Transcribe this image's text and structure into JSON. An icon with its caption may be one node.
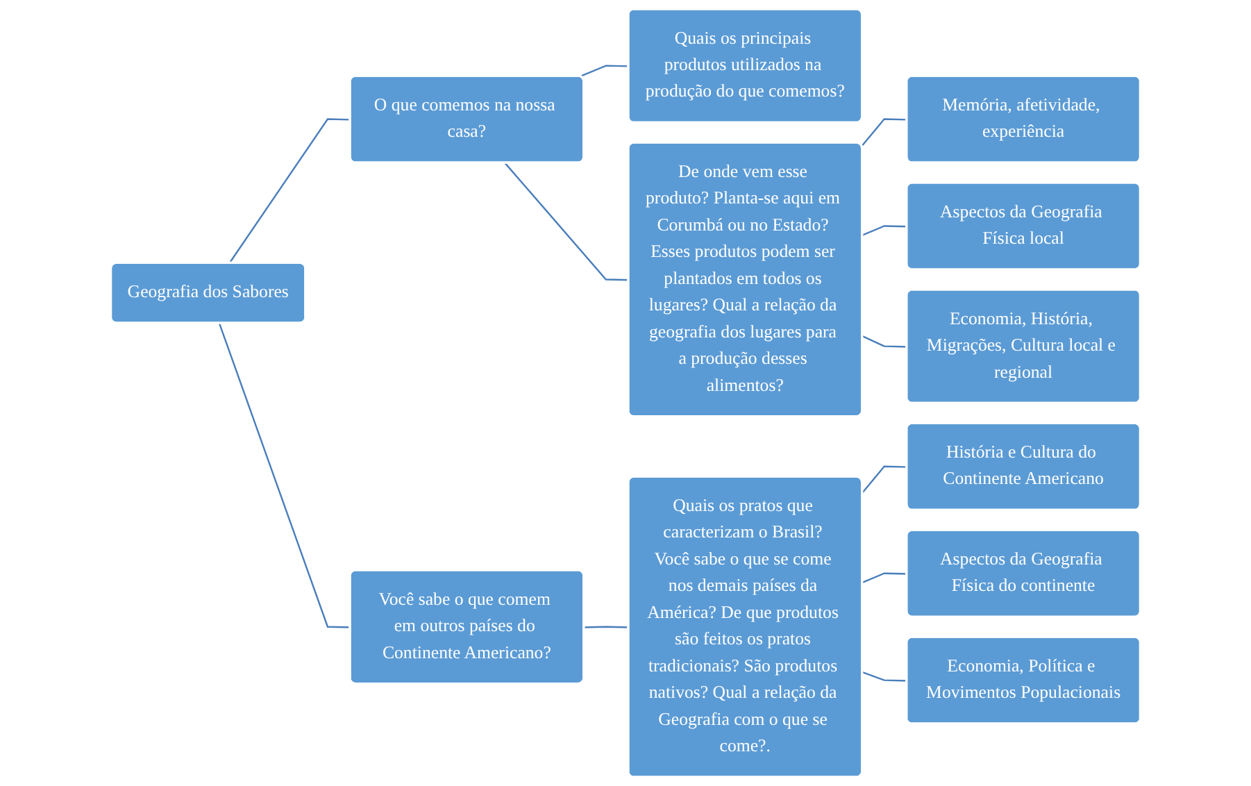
{
  "diagram": {
    "nodes": [
      {
        "text": [
          "Geografia dos Sabores"
        ]
      },
      {
        "text": [
          "O que comemos na nossa casa?"
        ]
      },
      {
        "text": [
          "Você sabe o que comem em outros países do Continente Americano?"
        ]
      },
      {
        "text": [
          "Quais os principais produtos utilizados na produção do que comemos?"
        ]
      },
      {
        "text": [
          "De onde vem esse produto? Planta-se aqui em Corumbá ou no Estado? Esses produtos podem ser plantados em todos os lugares? Qual a relação da geografia dos lugares para a produção desses alimentos?"
        ]
      },
      {
        "text": [
          "Memória, afetividade, experiência"
        ]
      },
      {
        "text": [
          "Aspectos da Geografia Física local"
        ]
      },
      {
        "text": [
          "Economia, História, Migrações, Cultura local e regional"
        ]
      },
      {
        "text": [
          "Quais os pratos que caracterizam o Brasil? Você sabe o que se come nos demais países da América? De que produtos são feitos os pratos tradicionais? São produtos nativos? Qual a relação da Geografia com o que se come?."
        ]
      },
      {
        "text": [
          "História e Cultura do Continente Americano"
        ]
      },
      {
        "text": [
          "Aspectos da Geografia Física do continente"
        ]
      },
      {
        "text": [
          "Economia, Política e Movimentos Populacionais"
        ]
      }
    ],
    "edges": [
      {
        "from": 0,
        "to": 1,
        "arrow": "none"
      },
      {
        "from": 0,
        "to": 2,
        "arrow": "none"
      },
      {
        "from": 1,
        "to": 3,
        "arrow": "none"
      },
      {
        "from": 1,
        "to": 4,
        "arrow": "none"
      },
      {
        "from": 4,
        "to": 5,
        "arrow": "none"
      },
      {
        "from": 4,
        "to": 6,
        "arrow": "none"
      },
      {
        "from": 4,
        "to": 7,
        "arrow": "none"
      },
      {
        "from": 2,
        "to": 8,
        "arrow": "none"
      },
      {
        "from": 8,
        "to": 9,
        "arrow": "none"
      },
      {
        "from": 8,
        "to": 10,
        "arrow": "none"
      },
      {
        "from": 8,
        "to": 11,
        "arrow": "none"
      }
    ]
  }
}
